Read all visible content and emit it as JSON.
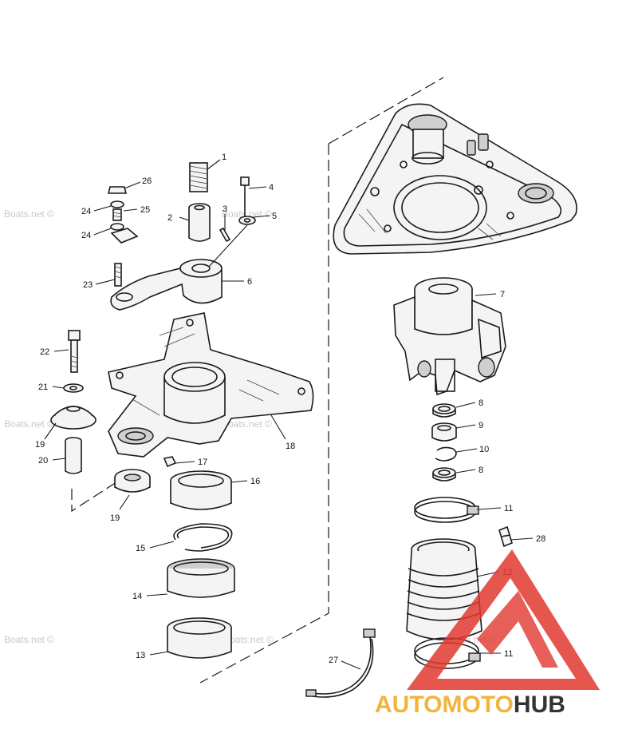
{
  "watermark": {
    "text": "Boats.net ©"
  },
  "logo": {
    "part1": "AUTO",
    "part2": "MOTO",
    "part3": "HUB",
    "color1": "#f2b43c",
    "color2": "#f2b43c",
    "color3": "#333333",
    "triangle": "#e0382f"
  },
  "callouts": {
    "c1": "1",
    "c2": "2",
    "c3": "3",
    "c4": "4",
    "c5": "5",
    "c6": "6",
    "c7": "7",
    "c8a": "8",
    "c8b": "8",
    "c9": "9",
    "c10": "10",
    "c11a": "11",
    "c11b": "11",
    "c12": "12",
    "c13": "13",
    "c14": "14",
    "c15": "15",
    "c16": "16",
    "c17": "17",
    "c18": "18",
    "c19a": "19",
    "c19b": "19",
    "c20": "20",
    "c21": "21",
    "c22": "22",
    "c23": "23",
    "c24a": "24",
    "c24b": "24",
    "c25": "25",
    "c26": "26",
    "c27": "27",
    "c28": "28"
  }
}
